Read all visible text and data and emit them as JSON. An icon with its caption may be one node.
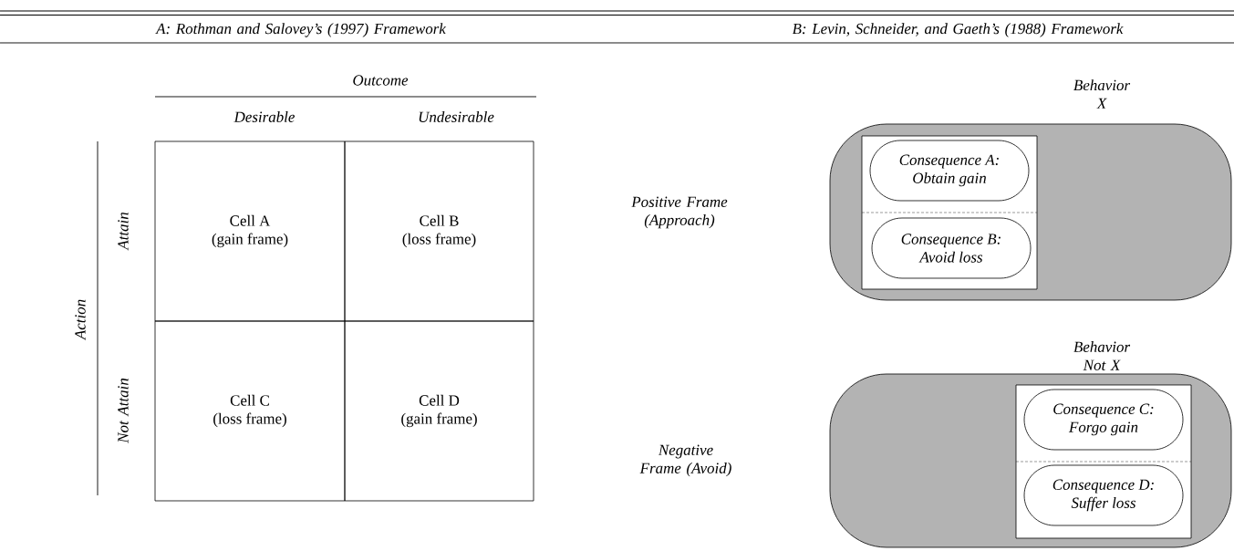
{
  "diagram": {
    "nodes": [
      {
        "text": [
          "Cell A",
          "(gain frame)"
        ]
      },
      {
        "text": [
          "Cell B",
          "(loss frame)"
        ]
      },
      {
        "text": [
          "Cell C",
          "(loss frame)"
        ]
      },
      {
        "text": [
          "Cell D",
          "(gain frame)"
        ]
      },
      {
        "text": [
          "Behavior X"
        ]
      },
      {
        "text": [],
        "shape": "box",
        "in": 4
      },
      {
        "text": [
          "Consequence A:",
          "Obtain gain"
        ],
        "in": 5
      },
      {
        "text": [
          "Consequence B:",
          "Avoid loss"
        ],
        "in": 5
      },
      {
        "text": [
          "Behavior Not X"
        ]
      },
      {
        "text": [],
        "shape": "box",
        "in": 8
      },
      {
        "text": [
          "Consequence C:",
          "Forgo gain"
        ],
        "in": 9
      },
      {
        "text": [
          "Consequence D:",
          "Suffer loss"
        ],
        "in": 9
      }
    ],
    "labels": [
      "A: Rothman and Salovey’s (1997) Framework",
      "B: Levin, Schneider, and Gaeth’s (1988) Framework",
      "Outcome",
      "Desirable",
      "Undesirable",
      "Action",
      "Attain",
      "Not Attain",
      "Positive Frame (Approach)",
      "Negative Frame (Avoid)"
    ]
  }
}
